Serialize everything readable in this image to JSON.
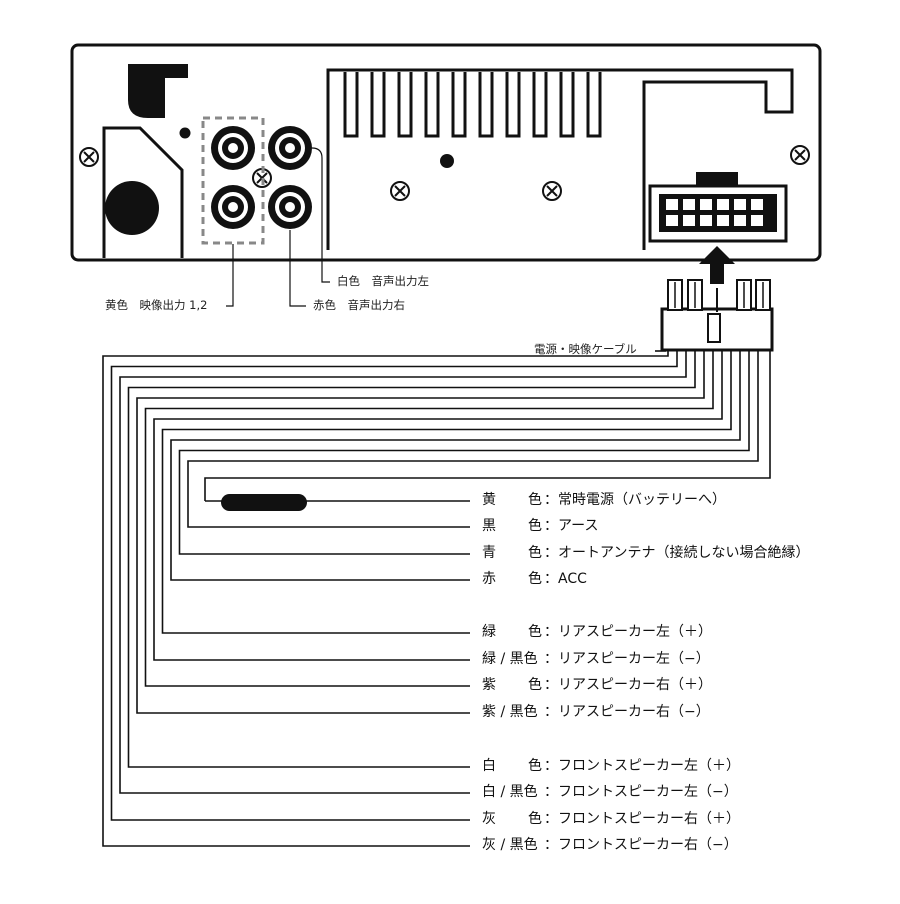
{
  "diagram": {
    "callouts": {
      "yellow_video": "黄色　映像出力 1,2",
      "white_audio": "白色　音声出力左",
      "red_audio": "赤色　音声出力右",
      "cable": "電源・映像ケーブル"
    },
    "wires": [
      {
        "color": "黄",
        "sep": "色",
        "desc": "常時電源（バッテリーへ）"
      },
      {
        "color": "黒",
        "sep": "色",
        "desc": "アース"
      },
      {
        "color": "青",
        "sep": "色",
        "desc": "オートアンテナ（接続しない場合絶縁）"
      },
      {
        "color": "赤",
        "sep": "色",
        "desc": "ACC"
      },
      {
        "color": "緑",
        "sep": "色",
        "desc": "リアスピーカー左（＋）"
      },
      {
        "color": "緑 / 黒色",
        "sep": "",
        "desc": "リアスピーカー左（−）"
      },
      {
        "color": "紫",
        "sep": "色",
        "desc": "リアスピーカー右（＋）"
      },
      {
        "color": "紫 / 黒色",
        "sep": "",
        "desc": "リアスピーカー右（−）"
      },
      {
        "color": "白",
        "sep": "色",
        "desc": "フロントスピーカー左（＋）"
      },
      {
        "color": "白 / 黒色",
        "sep": "",
        "desc": "フロントスピーカー左（−）"
      },
      {
        "color": "灰",
        "sep": "色",
        "desc": "フロントスピーカー右（＋）"
      },
      {
        "color": "灰 / 黒色",
        "sep": "",
        "desc": "フロントスピーカー右（−）"
      }
    ]
  }
}
